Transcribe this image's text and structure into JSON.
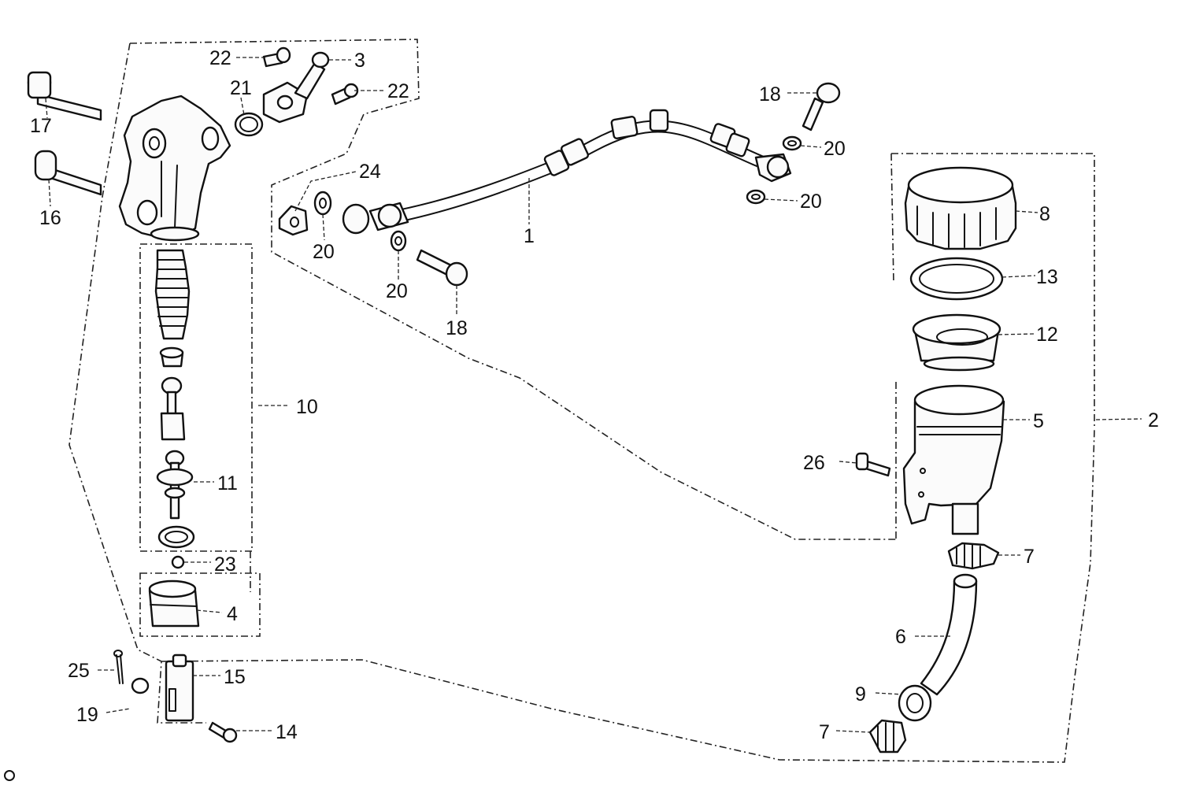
{
  "diagram": {
    "callouts": {
      "c1": "1",
      "c2": "2",
      "c3": "3",
      "c4": "4",
      "c5": "5",
      "c6": "6",
      "c7a": "7",
      "c7b": "7",
      "c8": "8",
      "c9": "9",
      "c10": "10",
      "c11": "11",
      "c12": "12",
      "c13": "13",
      "c14": "14",
      "c15": "15",
      "c16": "16",
      "c17": "17",
      "c18a": "18",
      "c18b": "18",
      "c19": "19",
      "c20a": "20",
      "c20b": "20",
      "c20c": "20",
      "c20d": "20",
      "c21": "21",
      "c22a": "22",
      "c22b": "22",
      "c23": "23",
      "c24": "24",
      "c25": "25",
      "c26": "26"
    }
  }
}
